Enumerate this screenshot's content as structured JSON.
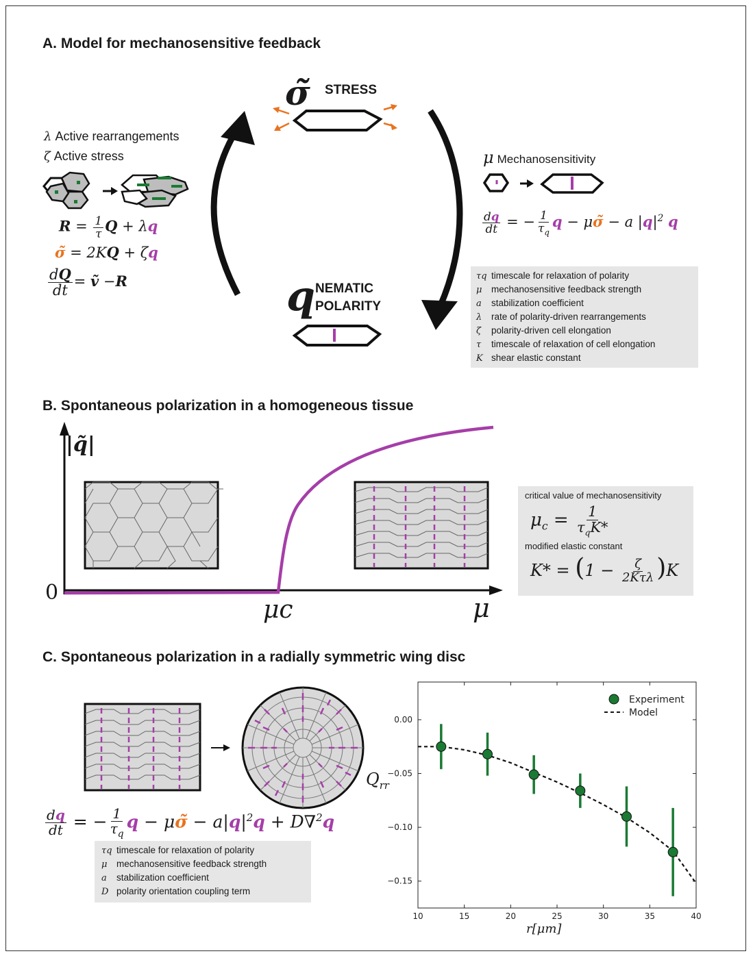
{
  "panel_a": {
    "title": "A. Model for mechanosensitive feedback",
    "stress_symbol": "σ̃",
    "stress_label": "STRESS",
    "polarity_symbol": "q",
    "polarity_label_line1": "NEMATIC",
    "polarity_label_line2": "POLARITY",
    "lambda_symbol": "λ",
    "lambda_label": "Active rearrangements",
    "zeta_symbol": "ζ",
    "zeta_label": "Active stress",
    "mu_symbol": "μ",
    "mu_label": "Mechanosensitivity",
    "legend": [
      {
        "sym": "τq",
        "text": "timescale for relaxation of polarity"
      },
      {
        "sym": "μ",
        "text": "mechanosensitive feedback strength"
      },
      {
        "sym": "a",
        "text": "stabilization coefficient"
      },
      {
        "sym": "λ",
        "text": "rate of polarity-driven rearrangements"
      },
      {
        "sym": "ζ",
        "text": "polarity-driven cell elongation"
      },
      {
        "sym": "τ",
        "text": "timescale of relaxation of cell elongation"
      },
      {
        "sym": "K",
        "text": "shear elastic constant"
      }
    ]
  },
  "panel_b": {
    "title": "B. Spontaneous polarization in a homogeneous tissue",
    "y_label": "|q̃|",
    "origin_label": "0",
    "mu_c_label": "μc",
    "mu_label": "μ",
    "critical_label": "critical value of mechanosensitivity",
    "modified_label": "modified elastic constant"
  },
  "panel_c": {
    "title": "C. Spontaneous polarization in a radially symmetric wing disc",
    "legend": [
      {
        "sym": "τq",
        "text": "timescale for relaxation of polarity"
      },
      {
        "sym": "μ",
        "text": "mechanosensitive feedback strength"
      },
      {
        "sym": "a",
        "text": "stabilization coefficient"
      },
      {
        "sym": "D",
        "text": "polarity orientation coupling term"
      }
    ]
  },
  "colors": {
    "magenta": "#a53ea8",
    "orange": "#e8731f",
    "green": "#1a7a33",
    "legend_bg": "#e6e6e6"
  },
  "chart_data": {
    "type": "scatter",
    "xlabel": "r[μm]",
    "ylabel": "Qrr",
    "xlim": [
      10,
      40
    ],
    "ylim": [
      -0.175,
      0.035
    ],
    "xticks": [
      10,
      15,
      20,
      25,
      30,
      35,
      40
    ],
    "yticks": [
      0.0,
      -0.05,
      -0.1,
      -0.15
    ],
    "ytick_labels": [
      "0.00",
      "−0.05",
      "−0.10",
      "−0.15"
    ],
    "legend_position": "top-right",
    "series": [
      {
        "name": "Experiment",
        "kind": "points_with_errorbars",
        "x": [
          12.5,
          17.5,
          22.5,
          27.5,
          32.5,
          37.5
        ],
        "y": [
          -0.025,
          -0.032,
          -0.051,
          -0.066,
          -0.09,
          -0.123
        ],
        "err": [
          0.021,
          0.02,
          0.018,
          0.016,
          0.028,
          0.041
        ]
      },
      {
        "name": "Model",
        "kind": "dashed_line",
        "x": [
          10,
          12.5,
          15,
          17.5,
          20,
          22.5,
          25,
          27.5,
          30,
          32.5,
          35,
          37.5,
          40
        ],
        "y": [
          -0.025,
          -0.025,
          -0.028,
          -0.033,
          -0.04,
          -0.049,
          -0.058,
          -0.068,
          -0.079,
          -0.091,
          -0.105,
          -0.122,
          -0.152
        ]
      }
    ]
  }
}
